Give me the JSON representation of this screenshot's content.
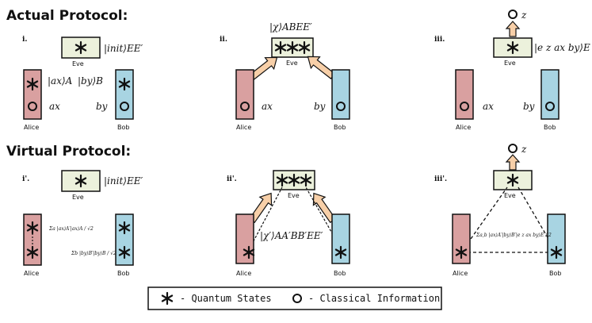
{
  "headings": {
    "actual": "Actual Protocol:",
    "virtual": "Virtual Protocol:"
  },
  "panels": {
    "i": "i.",
    "ii": "ii.",
    "iii": "iii.",
    "i_prime": "i'.",
    "ii_prime": "ii'.",
    "iii_prime": "iii'."
  },
  "labels": {
    "alice": "Alice",
    "bob": "Bob",
    "eve": "Eve"
  },
  "math": {
    "init_state": "|init⟩EE′",
    "a_state": "|ax⟩A",
    "b_state": "|by⟩B",
    "ax": "ax",
    "by": "by",
    "chi": "|χ⟩ABEE′",
    "e_state": "|e z ax by⟩E",
    "z": "z",
    "alice_sum": "Σa |ax⟩A′|ax⟩A / √2",
    "bob_sum": "Σb |by⟩B′|by⟩B / √2",
    "chi_prime": "|χ′⟩AA′BB′EE′",
    "triangle_sum": "Σa,b |ax⟩A′|by⟩B′|e z ax by⟩E / 2"
  },
  "legend": {
    "quantum": "- Quantum States",
    "classical": "- Classical Information"
  },
  "colors": {
    "alice": "#d9a0a0",
    "bob": "#a8d4e2",
    "eve": "#ecf1dc",
    "arrow": "#f7cfa8"
  }
}
